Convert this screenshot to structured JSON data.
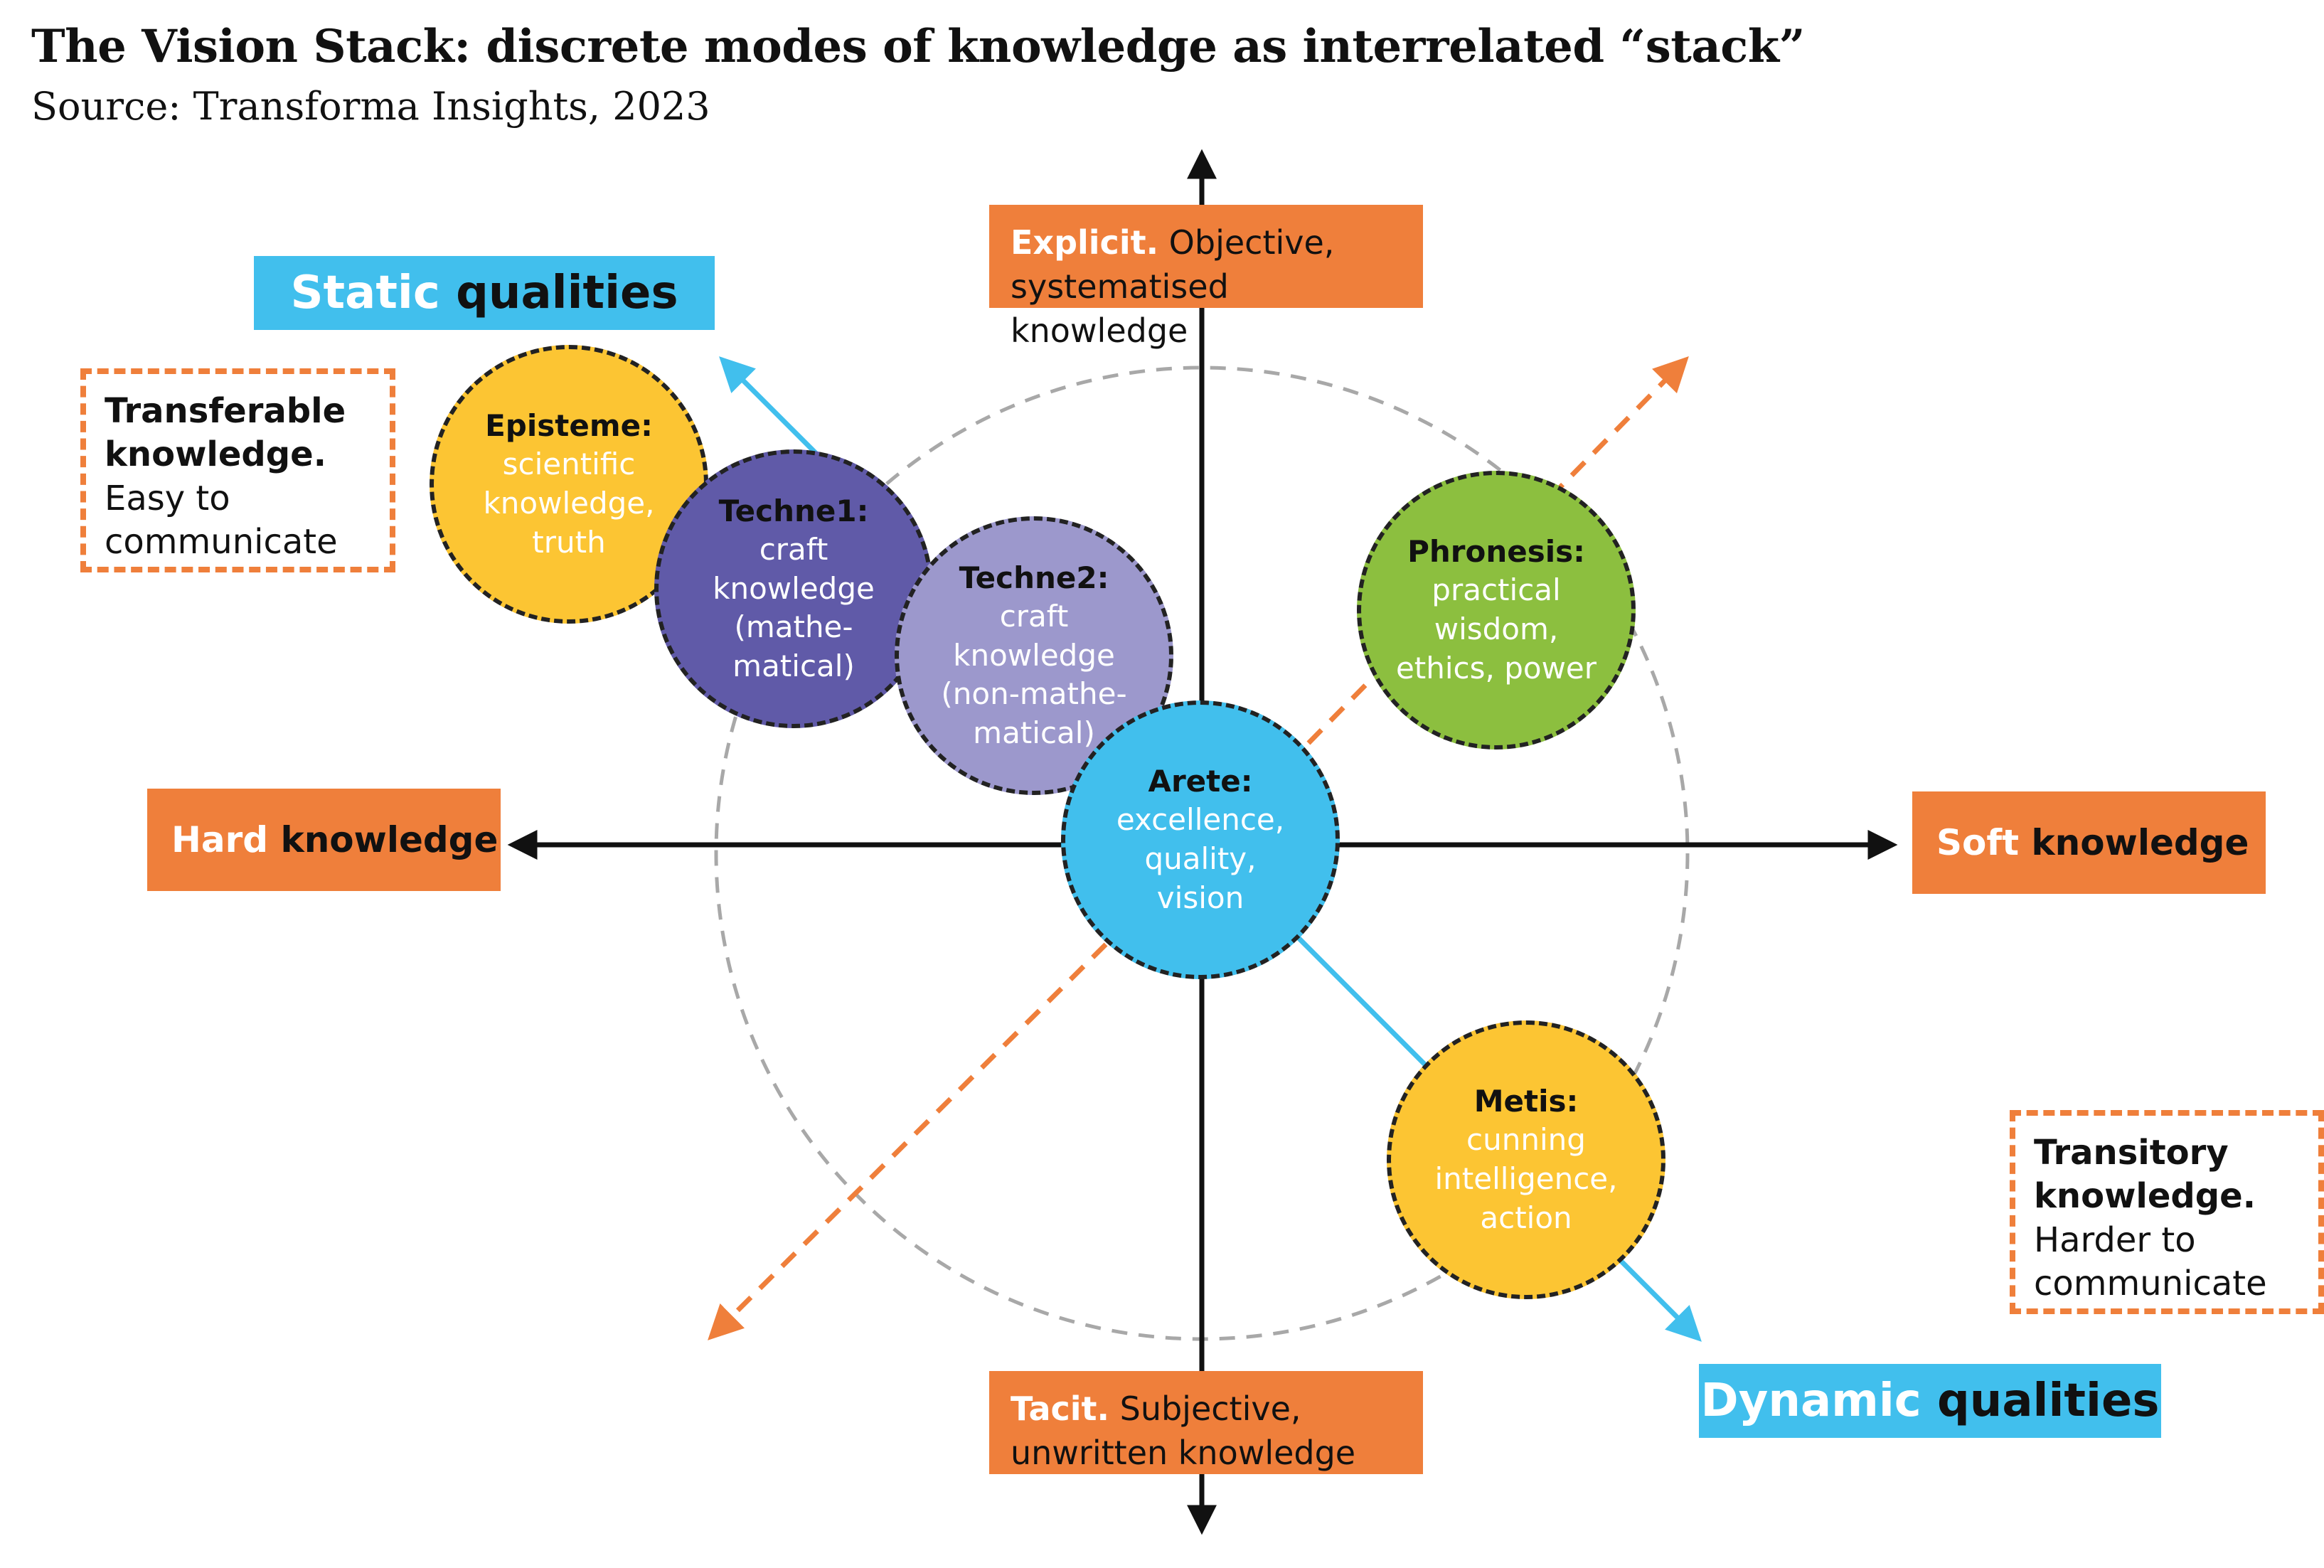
{
  "title": "The Vision Stack: discrete modes of knowledge as interrelated “stack”",
  "subtitle": "Source: Transforma Insights, 2023",
  "colors": {
    "orange": "#ef7f3b",
    "blue": "#41bfed",
    "yellow": "#fcc533",
    "dark_purple": "#605aa8",
    "light_purple": "#9c98cc",
    "green": "#8cbf3f",
    "center_blue": "#41bfed"
  },
  "explicit": {
    "lead": "Explicit.",
    "line1": " Objective,",
    "line2": "systematised knowledge"
  },
  "tacit": {
    "lead": "Tacit.",
    "line1": " Subjective,",
    "line2": "unwritten knowledge"
  },
  "hard": {
    "lead": "Hard",
    "rest": " knowledge"
  },
  "soft": {
    "lead": "Soft",
    "rest": " knowledge"
  },
  "static": {
    "lead": "Static",
    "rest": " qualities"
  },
  "dynamic": {
    "lead": "Dynamic",
    "rest": " qualities"
  },
  "transferable": {
    "bold1": "Transferable",
    "bold2": "knowledge.",
    "line3": "Easy to",
    "line4": "communicate"
  },
  "transitory": {
    "bold1": "Transitory",
    "bold2": "knowledge.",
    "line3": "Harder to",
    "line4": "communicate"
  },
  "circles": {
    "episteme": {
      "name": "Episteme:",
      "lines": [
        "scientific",
        "knowledge,",
        "truth"
      ]
    },
    "techne1": {
      "name": "Techne1:",
      "lines": [
        "craft",
        "knowledge",
        "(mathe-",
        "matical)"
      ]
    },
    "techne2": {
      "name": "Techne2:",
      "lines": [
        "craft",
        "knowledge",
        "(non-mathe-",
        "matical)"
      ]
    },
    "phronesis": {
      "name": "Phronesis:",
      "lines": [
        "practical",
        "wisdom,",
        "ethics, power"
      ]
    },
    "arete": {
      "name": "Arete:",
      "lines": [
        "excellence,",
        "quality,",
        "vision"
      ]
    },
    "metis": {
      "name": "Metis:",
      "lines": [
        "cunning",
        "intelligence,",
        "action"
      ]
    }
  }
}
